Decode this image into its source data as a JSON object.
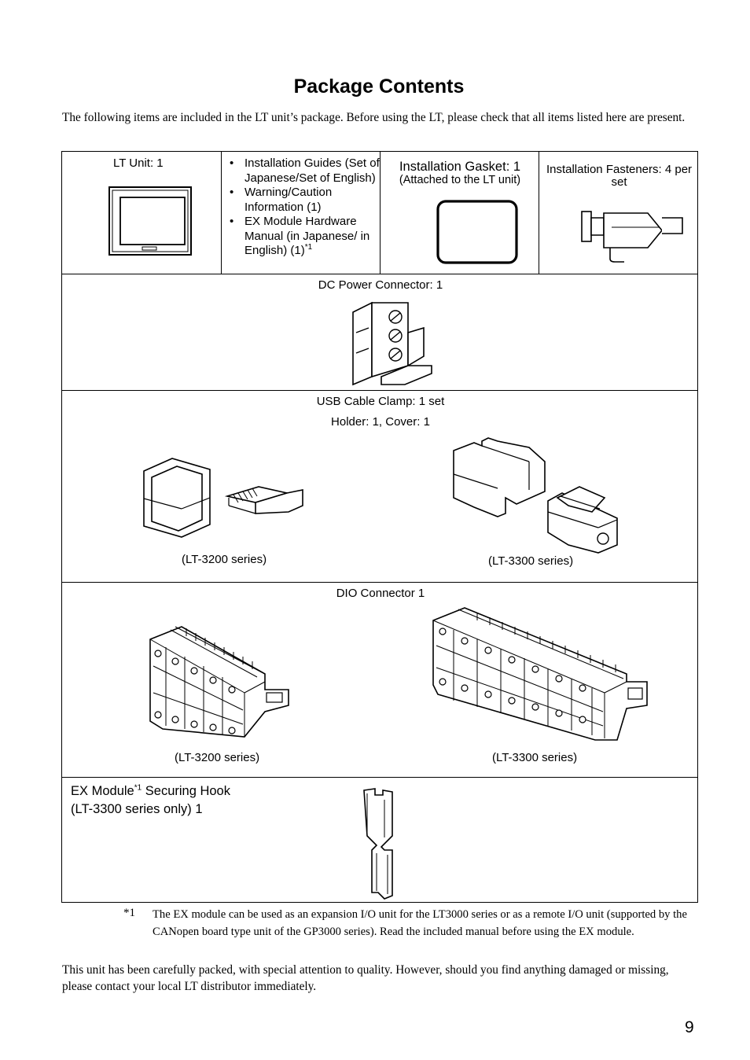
{
  "page": {
    "title": "Package Contents",
    "intro": "The following items are included in the LT unit’s package. Before using the LT, please check that all items listed here are present.",
    "page_number": "9"
  },
  "items": {
    "lt_unit": {
      "label": "LT Unit: 1"
    },
    "documents": {
      "lines": [
        "Installation Guides (Set of Japanese/Set of English)",
        "Warning/Caution Information (1)",
        "EX Module Hardware Manual (in Japanese/ in English) (1)"
      ],
      "footnote_ref": "*1"
    },
    "gasket": {
      "label": "Installation Gasket: 1",
      "note": "(Attached to the LT unit)"
    },
    "fasteners": {
      "label": "Installation Fasteners: 4 per set"
    },
    "dc_power": {
      "label": "DC Power Connector: 1"
    },
    "usb_clamp": {
      "label": "USB Cable Clamp: 1 set",
      "sublabel": "Holder: 1, Cover: 1",
      "left_caption": "(LT-3200 series)",
      "right_caption": "(LT-3300 series)"
    },
    "dio": {
      "label": "DIO Connector 1",
      "left_caption": "(LT-3200 series)",
      "right_caption": "(LT-3300 series)"
    },
    "ex_hook": {
      "label_prefix": "EX Module",
      "footnote_ref": "*1",
      "label_suffix": " Securing Hook",
      "label_line2": "(LT-3300 series only) 1"
    }
  },
  "footnote": {
    "mark": "*1",
    "text": "The EX module can be used as an expansion I/O unit for the LT3000 series or as a remote I/O unit (supported by the CANopen board type unit of the GP3000 series). Read the included manual before using the EX module."
  },
  "closing": "This unit has been carefully packed, with special attention to quality. However, should you find anything damaged or missing, please contact your local LT distributor immediately."
}
